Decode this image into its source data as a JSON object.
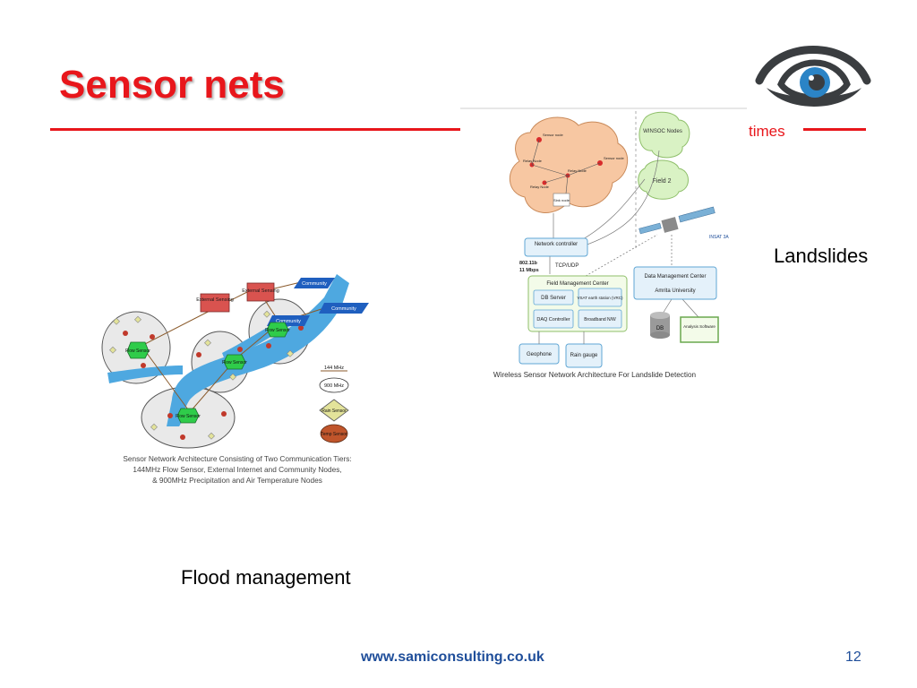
{
  "slide": {
    "title": "Sensor nets",
    "tagline": "times",
    "caption_landslides": "Landslides",
    "caption_flood": "Flood management",
    "footer_url": "www.samiconsulting.co.uk",
    "page_number": "12"
  },
  "flood_figure": {
    "caption_line1": "Sensor Network Architecture Consisting of Two Communication Tiers:",
    "caption_line2": "144MHz Flow Sensor, External Internet and Community Nodes,",
    "caption_line3": "& 900MHz Precipitation and Air Temperature Nodes",
    "external_sensing": "External Sensing",
    "community": "Community",
    "flow_sensor": "Flow Sensor",
    "legend_144": "144 MHz",
    "legend_900": "900 MHz",
    "legend_rain": "Rain Sensor",
    "legend_temp": "Temp Sensor"
  },
  "landslide_figure": {
    "sensor_node": "Sensor node",
    "relay_node": "Relay Node",
    "sink_node": "Sink node",
    "winsoc_nodes": "WINSOC Nodes",
    "field2": "Field 2",
    "network_controller": "Network controller",
    "wifi": "802.11b",
    "wifi_speed": "11 Mbps",
    "tcp_udp": "TCP/UDP",
    "satellite": "INSAT 3A",
    "field_mgmt_center": "Field Management Center",
    "db_server": "DB Server",
    "vsat": "VSAT earth station (VRC)",
    "daq": "DAQ Controller",
    "broadband": "Broadband N/W",
    "data_mgmt_center": "Data Management Center",
    "amrita": "Amrita University",
    "db": "DB",
    "analysis": "Analysis Software",
    "geophone": "Geophone",
    "rain_gauge": "Rain gauge",
    "caption": "Wireless Sensor Network Architecture For Landslide Detection"
  },
  "colors": {
    "accent_red": "#e8161b",
    "footer_blue": "#1f4e9a",
    "logo_blue": "#2b84c6",
    "logo_gray": "#3a3d40"
  }
}
